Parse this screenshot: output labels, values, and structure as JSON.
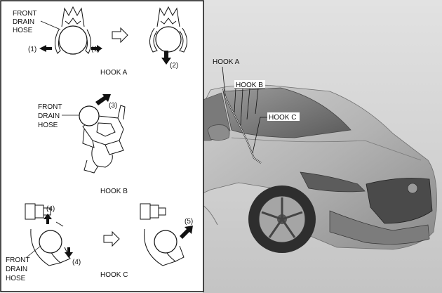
{
  "left_panel": {
    "hook_a": {
      "title": "HOOK A",
      "hose_label": [
        "FRONT",
        "DRAIN",
        "HOSE"
      ],
      "step_left": "(1)",
      "step_right": "(1)",
      "step_down": "(2)"
    },
    "hook_b": {
      "title": "HOOK B",
      "hose_label": [
        "FRONT",
        "DRAIN",
        "HOSE"
      ],
      "step": "(3)"
    },
    "hook_c": {
      "title": "HOOK C",
      "hose_label": [
        "FRONT",
        "DRAIN",
        "HOSE"
      ],
      "step_up": "(4)",
      "step_down": "(4)",
      "step_right": "(5)"
    }
  },
  "car_callouts": {
    "hook_a": "HOOK A",
    "hook_b": "HOOK B",
    "hook_c": "HOOK C"
  },
  "colors": {
    "car_body": "#b9b9b9",
    "car_dark": "#6e6e6e",
    "background": "#d2d2d2",
    "line": "#111111"
  }
}
